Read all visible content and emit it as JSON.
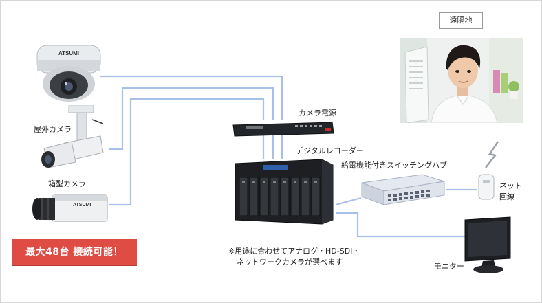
{
  "labels": {
    "remote": "遠隔地",
    "outdoor_camera": "屋外カメラ",
    "box_camera": "箱型カメラ",
    "camera_power": "カメラ電源",
    "digital_recorder": "デジタルレコーダー",
    "poe_switch": "給電機能付きスイッチングハブ",
    "network_line_1": "ネット",
    "network_line_2": "回線",
    "monitor": "モニター"
  },
  "promo": "最大48台 接続可能！",
  "note": {
    "line1": "※用途に合わせてアナログ・HD-SDI・",
    "line2": "ネットワークカメラが選べます"
  },
  "brand": {
    "dome_camera": "ATSUMI",
    "box_camera": "ATSUMI"
  },
  "colors": {
    "wire": "#a8bfe8",
    "promo_bg": "#de4c44"
  }
}
